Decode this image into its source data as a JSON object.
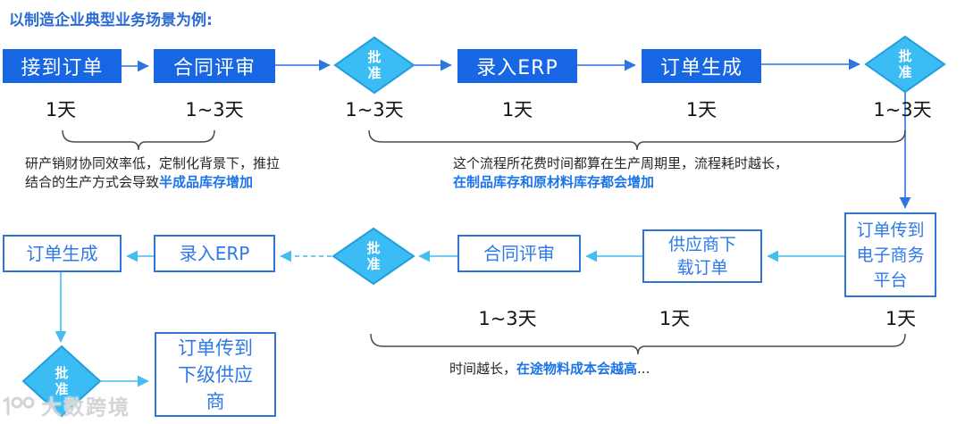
{
  "title": "以制造企业典型业务场景为例:",
  "row1": {
    "nodes": {
      "receive_order": "接到订单",
      "contract_review": "合同评审",
      "approve1": "批准",
      "enter_erp": "录入ERP",
      "order_created": "订单生成",
      "approve2": "批准"
    },
    "times": {
      "receive_order": "1天",
      "contract_review": "1~3天",
      "approve1": "1~3天",
      "enter_erp": "1天",
      "order_created": "1天",
      "approve2": "1~3天"
    },
    "note_left": {
      "line1": "研产销财协同效率低，定制化背景下，推拉",
      "line2_plain": "结合的生产方式会导致",
      "line2_highlight": "半成品库存增加"
    },
    "note_right": {
      "line1": "这个流程所花费时间都算在生产周期里，流程耗时越长，",
      "line2_highlight": "在制品库存和原材料库存都会增加"
    }
  },
  "row2": {
    "nodes": {
      "order_created": "订单生成",
      "enter_erp": "录入ERP",
      "approve3": "批准",
      "contract_review": "合同评审",
      "supplier_download": "供应商下载订单",
      "order_to_platform": "订单传到电子商务平台"
    },
    "times": {
      "contract_review": "1~3天",
      "supplier_download": "1天",
      "order_to_platform": "1天"
    },
    "note": {
      "plain_prefix": "时间越长，",
      "highlight": "在途物料成本会越高",
      "plain_suffix": "..."
    }
  },
  "row3": {
    "nodes": {
      "approve4": "批准",
      "order_to_sub_supplier": "订单传到下级供应商"
    }
  },
  "watermark": "大数跨境",
  "colors": {
    "title_blue": "#2B6BD4",
    "process_box_fill": "#1766E3",
    "diamond_fill": "#3BBCF4",
    "diamond_border": "#22A0DC",
    "outline_box_border": "#2E75D6",
    "outline_box_text": "#2E79E8",
    "arrow_blue": "#2E75E0",
    "arrow_cyan": "#45BCF2",
    "highlight_text": "#1B74E8",
    "brace": "#4a4a4a"
  }
}
